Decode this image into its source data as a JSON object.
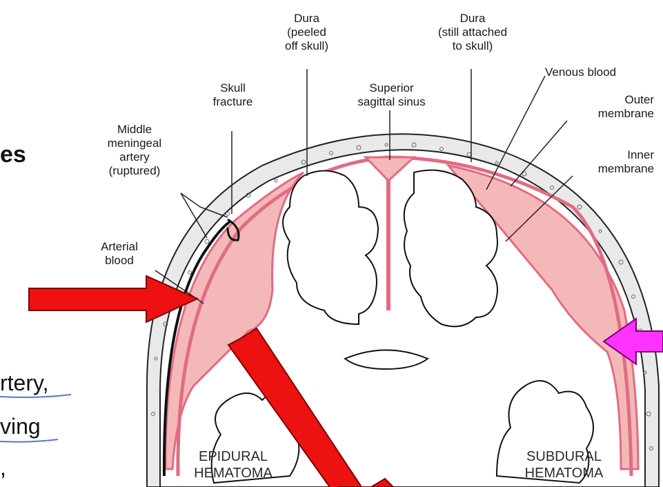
{
  "slide_fragments": {
    "bold_fragment": "es",
    "line1": "rtery,",
    "line2": "ving",
    "line3": ","
  },
  "labels": {
    "dura_peeled": [
      "Dura",
      "(peeled",
      "off skull)"
    ],
    "dura_attached": [
      "Dura",
      "(still attached",
      "to skull)"
    ],
    "venous_blood": [
      "Venous blood"
    ],
    "skull_fracture": [
      "Skull",
      "fracture"
    ],
    "superior_sagittal_sinus": [
      "Superior",
      "sagittal sinus"
    ],
    "outer_membrane": [
      "Outer",
      "membrane"
    ],
    "middle_meningeal_artery": [
      "Middle",
      "meningeal",
      "artery",
      "(ruptured)"
    ],
    "inner_membrane": [
      "Inner",
      "membrane"
    ],
    "arterial_blood": [
      "Arterial",
      "blood"
    ],
    "epidural_hematoma": [
      "EPIDURAL",
      "HEMATOMA"
    ],
    "subdural_hematoma": [
      "SUBDURAL",
      "HEMATOMA"
    ]
  },
  "colors": {
    "hematoma_fill": "#f5b8b8",
    "dura_line": "#e06c83",
    "red_arrow": "#ee1111",
    "magenta_arrow": "#ff33ff",
    "underline": "#5577cc"
  }
}
